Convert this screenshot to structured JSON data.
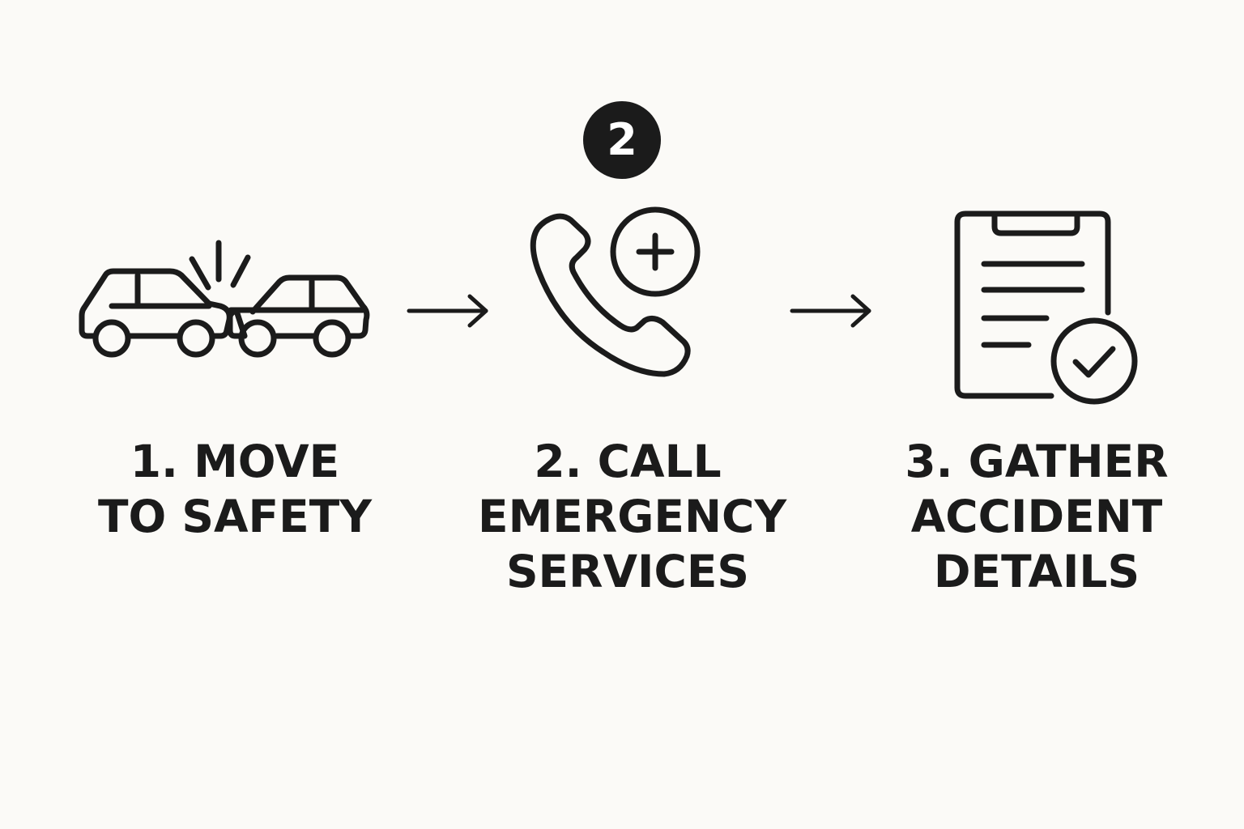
{
  "steps": [
    {
      "number": "1",
      "icon": "car-collision-icon",
      "label_lines": [
        "1. MOVE",
        "TO SAFETY"
      ]
    },
    {
      "number": "2",
      "icon": "phone-medical-icon",
      "badge": "2",
      "label_lines": [
        "2. CALL",
        "EMERGENCY",
        "SERVICES"
      ]
    },
    {
      "number": "3",
      "icon": "clipboard-check-icon",
      "label_lines": [
        "3. GATHER",
        "ACCIDENT",
        "DETAILS"
      ]
    }
  ],
  "arrows": [
    "arrow-right-icon",
    "arrow-right-icon"
  ],
  "colors": {
    "background": "#fbfaf7",
    "ink": "#1b1b1b",
    "badge_text": "#ffffff"
  }
}
